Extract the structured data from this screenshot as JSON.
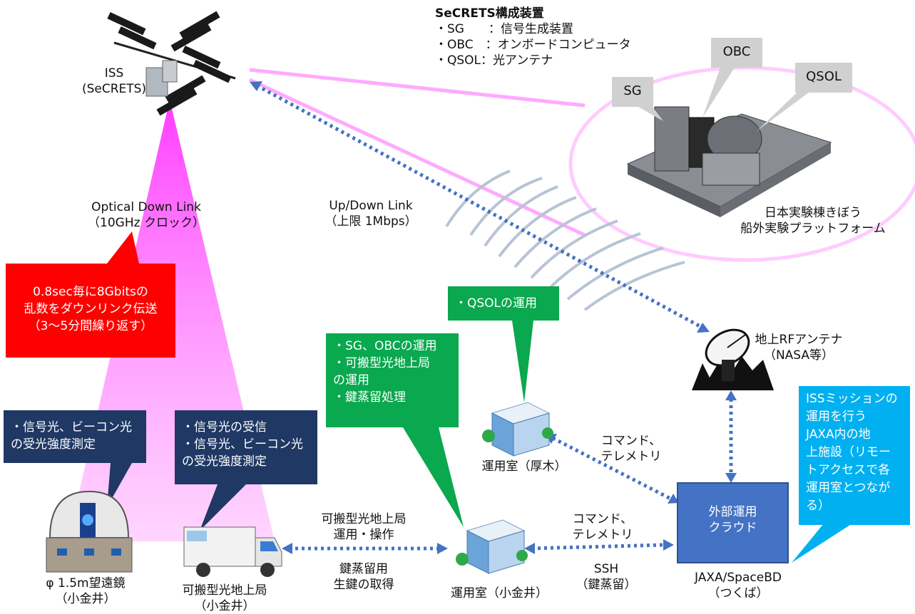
{
  "secrets": {
    "title": "SeCRETS構成装置",
    "items": [
      "・SG　　：信号生成装置",
      "・OBC　：オンボードコンピュータ",
      "・QSOL：光アンテナ"
    ]
  },
  "iss": {
    "line1": "ISS",
    "line2": "(SeCRETS)"
  },
  "equipment": {
    "sg": "SG",
    "obc": "OBC",
    "qsol": "QSOL"
  },
  "platform": {
    "line1": "日本実験棟きぼう",
    "line2": "船外実験プラットフォーム"
  },
  "optical": {
    "line1": "Optical Down Link",
    "line2": "（10GHz クロック）"
  },
  "updown": {
    "line1": "Up/Down Link",
    "line2": "（上限 1Mbps）"
  },
  "red_callout": [
    "0.8sec毎に8Gbitsの",
    "乱数をダウンリンク伝送",
    "（3～5分間繰り返す）"
  ],
  "qsol_callout": [
    "・QSOLの運用"
  ],
  "sg_callout": [
    "・SG、OBCの運用",
    "・可搬型光地上局",
    "の運用",
    "・鍵蒸留処理"
  ],
  "navy1": [
    "・信号光、ビーコン光",
    "の受光強度測定"
  ],
  "navy2": [
    "・信号光の受信",
    "・信号光、ビーコン光",
    "の受光強度測定"
  ],
  "cyan_callout": [
    "ISSミッションの",
    "運用を行う",
    "JAXA内の地",
    "上施設（リモー",
    "トアクセスで各",
    "運用室とつなが",
    "る）"
  ],
  "rf_antenna": {
    "line1": "地上RFアンテナ",
    "line2": "（NASA等）"
  },
  "atsugi": {
    "name": "運用室（厚木）"
  },
  "koganei_room": {
    "name": "運用室（小金井）"
  },
  "telescope": {
    "line1": "φ 1.5m望遠鏡",
    "line2": "（小金井）"
  },
  "truck": {
    "line1": "可搬型光地上局",
    "line2": "（小金井）"
  },
  "cloud": {
    "line1": "外部運用",
    "line2": "クラウド"
  },
  "jaxa": {
    "line1": "JAXA/SpaceBD",
    "line2": "（つくば）"
  },
  "link_truck_room": {
    "top1": "可搬型光地上局",
    "top2": "運用・操作",
    "bot1": "鍵蒸留用",
    "bot2": "生鍵の取得"
  },
  "link_room_cloud": {
    "top1": "コマンド、",
    "top2": "テレメトリ",
    "bot1": "SSH",
    "bot2": "（鍵蒸留）"
  },
  "link_atsugi_cloud": {
    "line1": "コマンド、",
    "line2": "テレメトリ"
  },
  "colors": {
    "navy": "#1f3864",
    "green": "#0aa84f",
    "red": "#ff0000",
    "cyan": "#00b0f0",
    "cloud": "#4472c4",
    "beam": "#ff66ff",
    "link": "#4472c4"
  }
}
